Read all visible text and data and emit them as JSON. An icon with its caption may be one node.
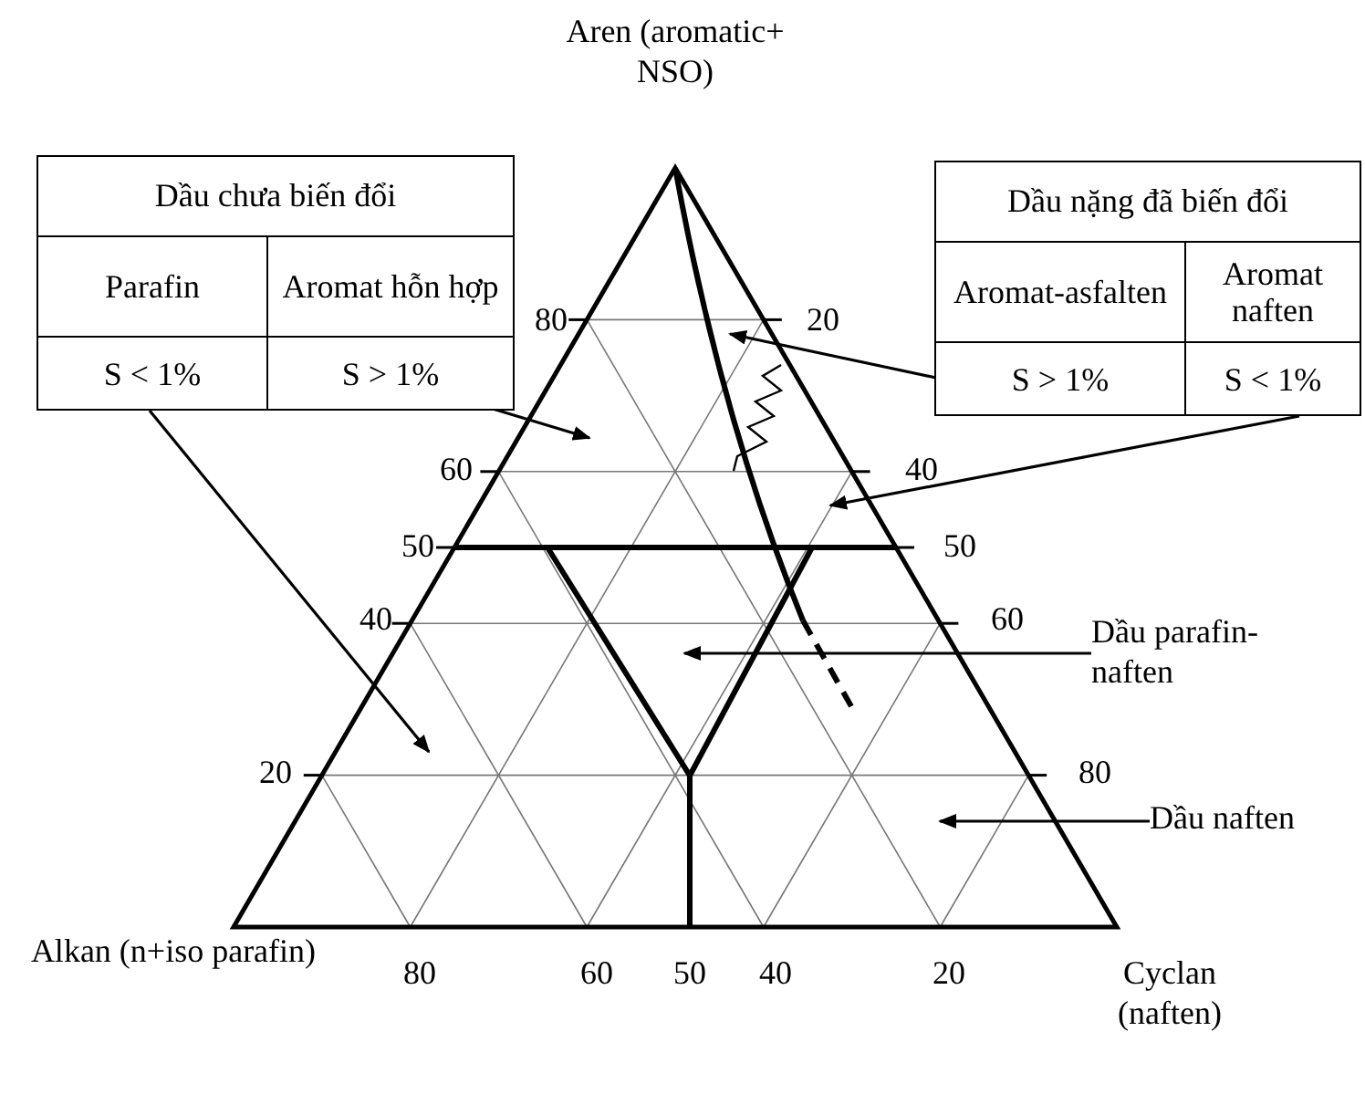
{
  "diagram": {
    "nodes": [
      {
        "text": [
          "Dầu chưa biến đổi"
        ]
      },
      {
        "text": [
          "Parafin",
          "S < 1%"
        ],
        "in": 0
      },
      {
        "text": [
          "Aromat hỗn hợp",
          "S > 1%"
        ],
        "in": 0
      },
      {
        "text": [
          "Dầu nặng đã biến đổi"
        ]
      },
      {
        "text": [
          "Aromat-asfalten",
          "S > 1%"
        ],
        "in": 3
      },
      {
        "text": [
          "Aromat naften",
          "S < 1%"
        ],
        "in": 3
      },
      {
        "text": [
          "Dầu parafin-naften"
        ]
      },
      {
        "text": [
          "Dầu naften"
        ]
      }
    ],
    "edges": [
      {
        "from": 2,
        "to": null,
        "arrow": "to"
      },
      {
        "from": 1,
        "to": null,
        "arrow": "to"
      },
      {
        "from": 4,
        "to": null,
        "arrow": "to"
      },
      {
        "from": 5,
        "to": null,
        "arrow": "to"
      },
      {
        "from": 6,
        "to": null,
        "arrow": "to"
      },
      {
        "from": 7,
        "to": null,
        "arrow": "to"
      }
    ],
    "labels": [
      "Aren (aromatic+ NSO)",
      "80",
      "20",
      "60",
      "40",
      "50",
      "50",
      "40",
      "60",
      "20",
      "80",
      "Alkan (n+iso parafin)",
      "80",
      "60",
      "50",
      "40",
      "20",
      "Cyclan (naften)"
    ]
  }
}
